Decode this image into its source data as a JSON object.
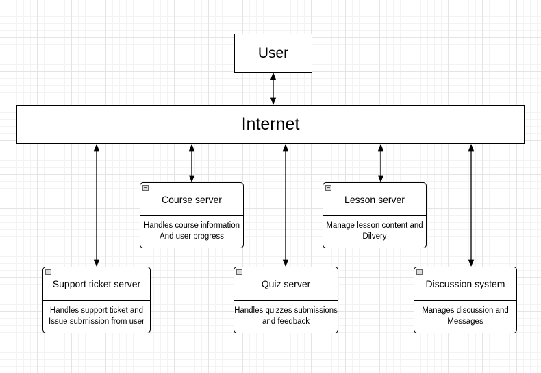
{
  "nodes": {
    "user": "User",
    "internet": "Internet",
    "course": {
      "title": "Course server",
      "line1": "Handles course information",
      "line2": "And user progress"
    },
    "lesson": {
      "title": "Lesson server",
      "line1": "Manage lesson content and",
      "line2": "Dilvery"
    },
    "support": {
      "title": "Support ticket server",
      "line1": "Handles support ticket and",
      "line2": "Issue submission from user"
    },
    "quiz": {
      "title": "Quiz server",
      "line1": "Handles quizzes submissions",
      "line2": "and feedback"
    },
    "discussion": {
      "title": "Discussion system",
      "line1": "Manages discussion and",
      "line2": "Messages"
    }
  },
  "edges": [
    {
      "from": "user",
      "to": "internet",
      "arrowheads": "both"
    },
    {
      "from": "internet",
      "to": "support",
      "arrowheads": "both"
    },
    {
      "from": "internet",
      "to": "course",
      "arrowheads": "both"
    },
    {
      "from": "internet",
      "to": "quiz",
      "arrowheads": "both"
    },
    {
      "from": "internet",
      "to": "lesson",
      "arrowheads": "both"
    },
    {
      "from": "internet",
      "to": "discussion",
      "arrowheads": "both"
    }
  ],
  "colors": {
    "stroke": "#000000",
    "grid": "#e4e4e4",
    "background": "#ffffff"
  }
}
